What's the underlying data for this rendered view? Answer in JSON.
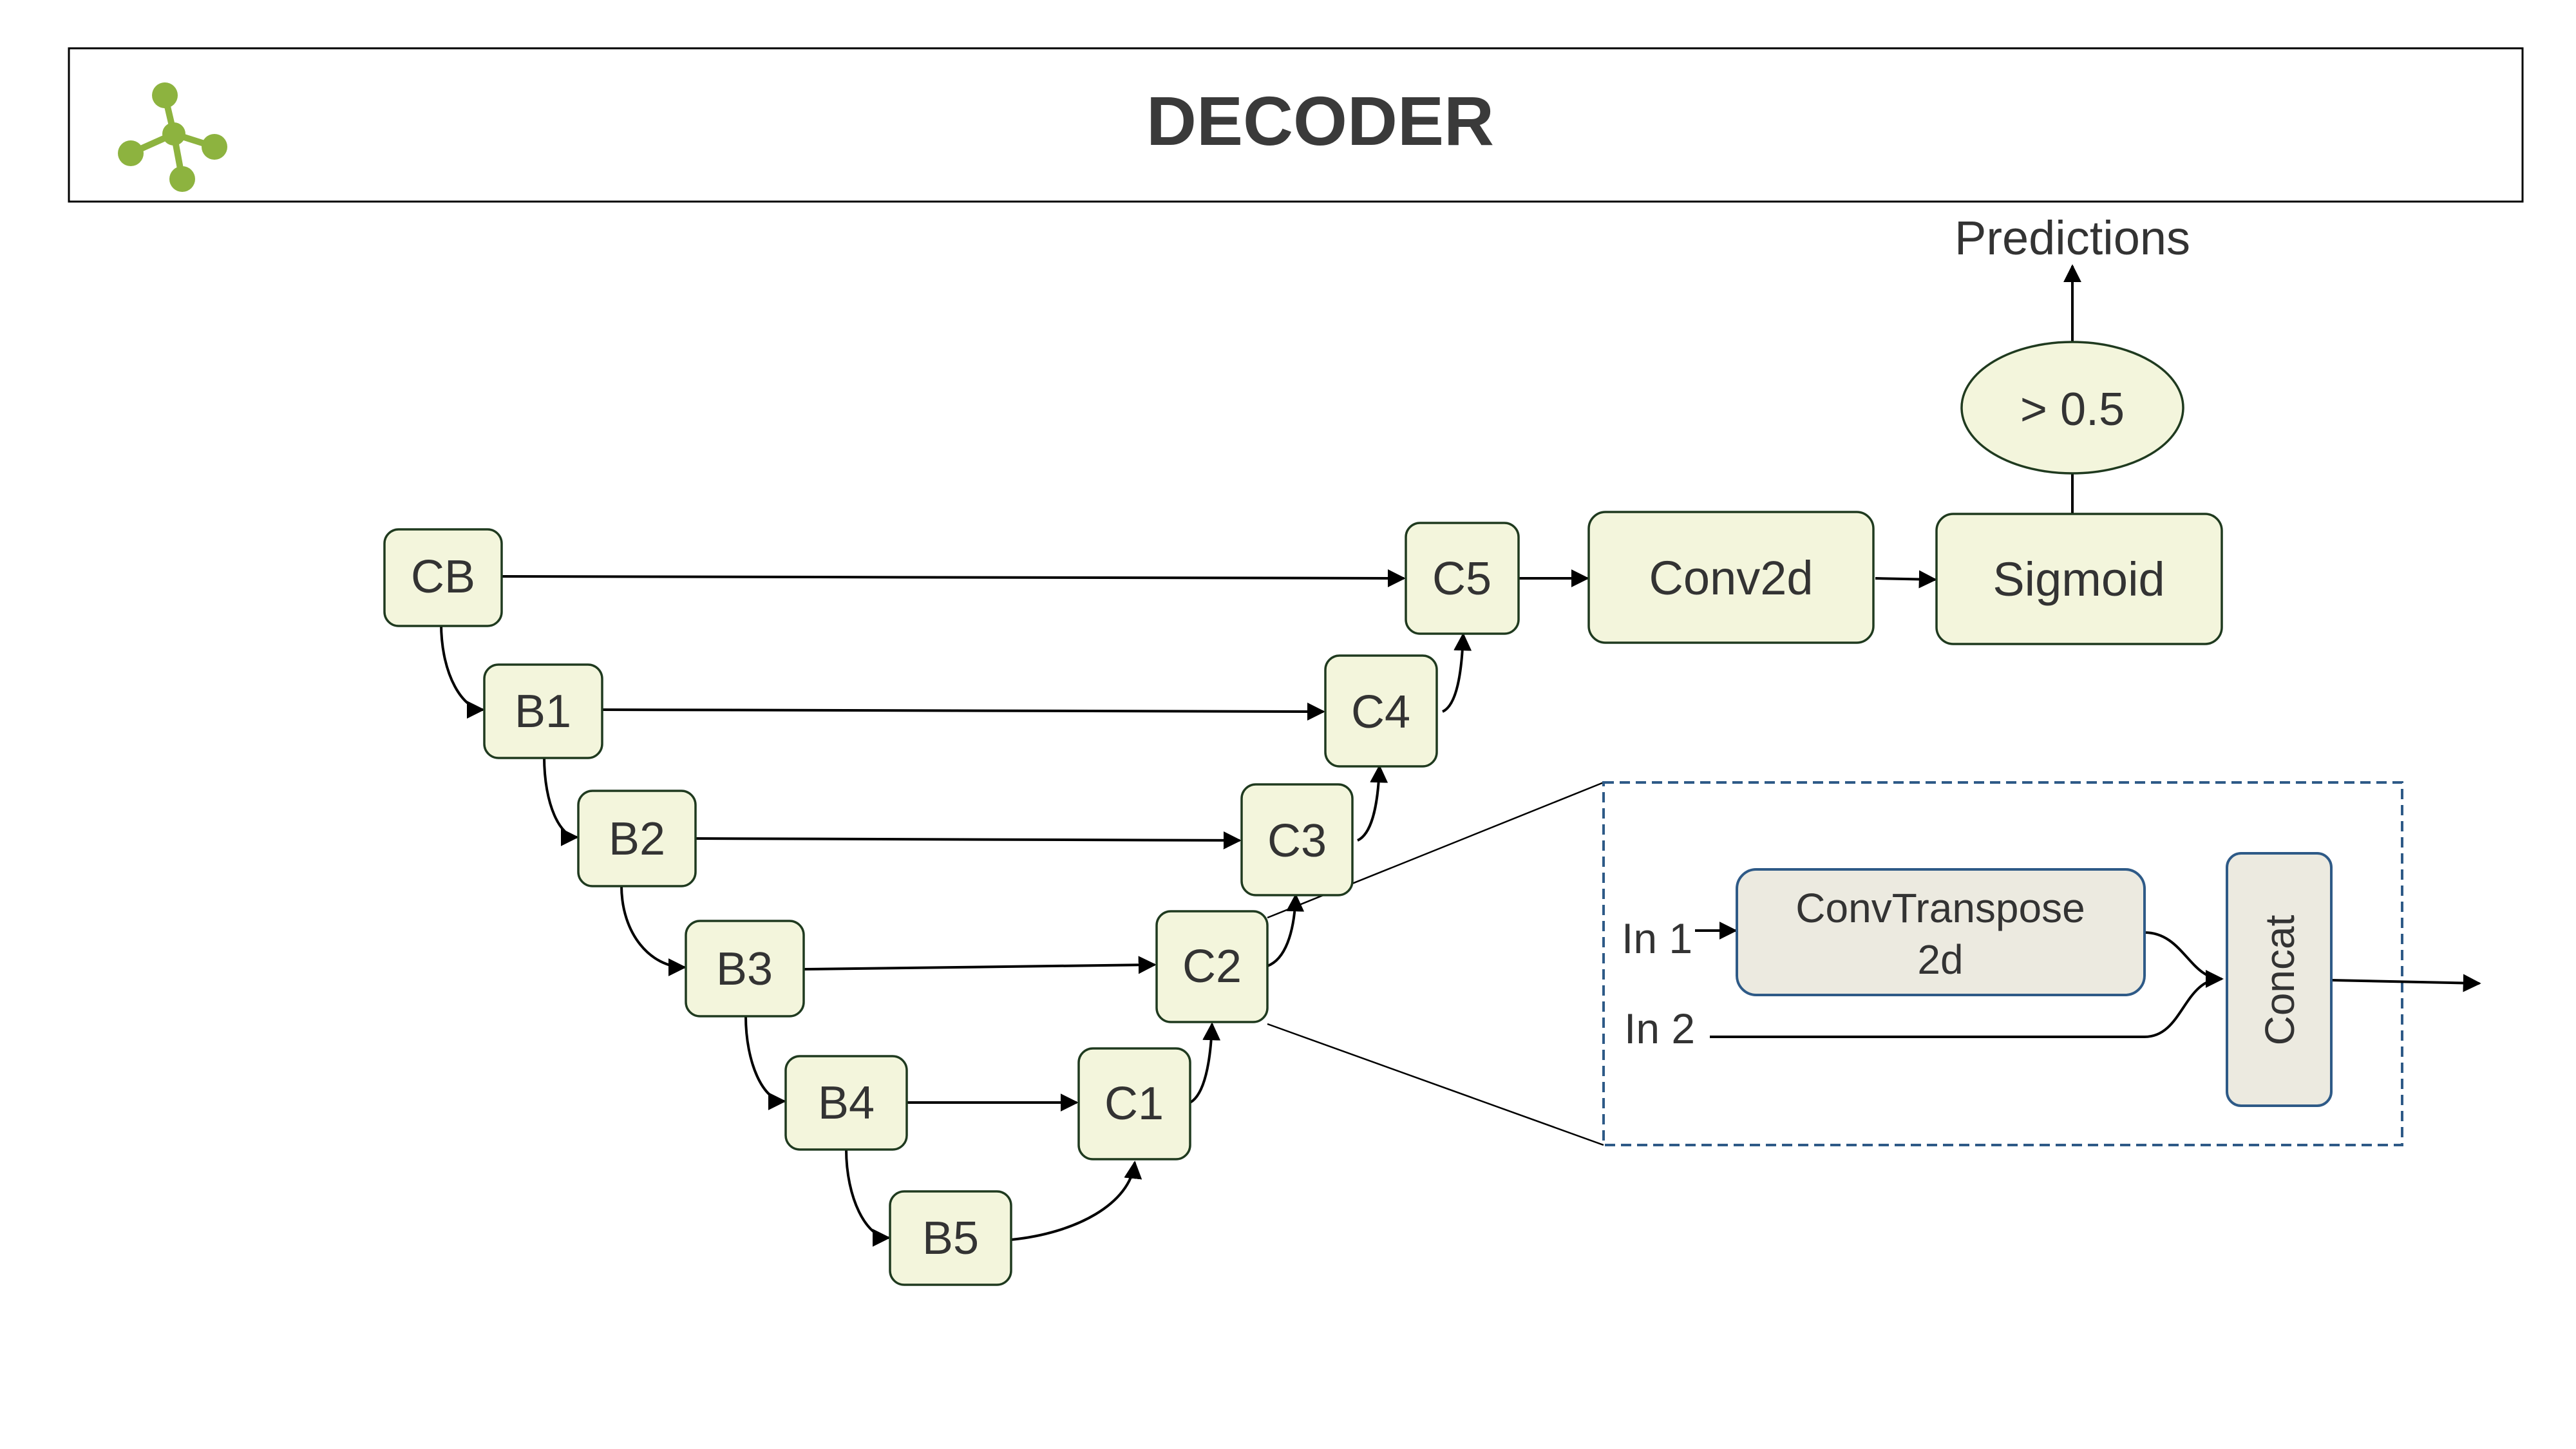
{
  "header": {
    "title": "DECODER",
    "logo_icon": "molecule-icon"
  },
  "colors": {
    "box_fill": "#f3f5dc",
    "box_stroke": "#1f3a1f",
    "inset_box_fill": "#eceae0",
    "inset_stroke": "#2e5a87",
    "logo": "#8db33f",
    "text": "#333333"
  },
  "nodes": {
    "cb": "CB",
    "b1": "B1",
    "b2": "B2",
    "b3": "B3",
    "b4": "B4",
    "b5": "B5",
    "c1": "C1",
    "c2": "C2",
    "c3": "C3",
    "c4": "C4",
    "c5": "C5",
    "conv2d": "Conv2d",
    "sigmoid": "Sigmoid",
    "threshold": "> 0.5"
  },
  "output_label": "Predictions",
  "inset": {
    "in1": "In 1",
    "in2": "In 2",
    "conv_transpose_line1": "ConvTranspose",
    "conv_transpose_line2": "2d",
    "concat": "Concat"
  }
}
